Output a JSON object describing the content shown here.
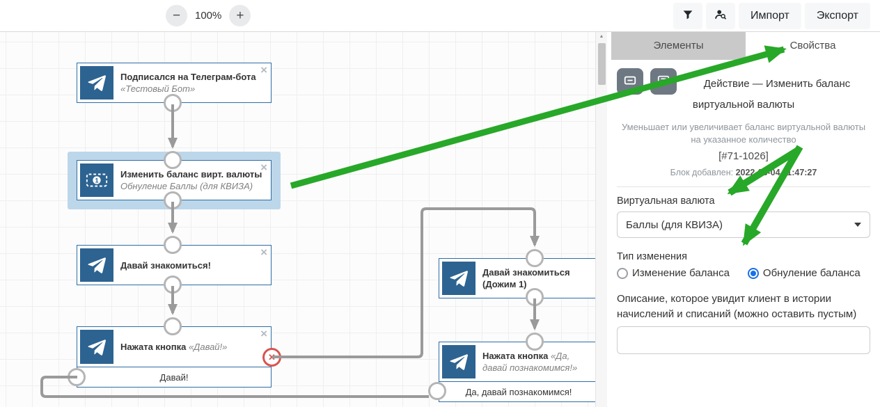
{
  "toolbar": {
    "zoom_out": "−",
    "zoom_level": "100%",
    "zoom_in": "+",
    "import_label": "Импорт",
    "export_label": "Экспорт"
  },
  "panel": {
    "tabs": {
      "elements": "Элементы",
      "properties": "Свойства"
    },
    "header": {
      "title": "Действие — Изменить баланс виртуальной валюты"
    },
    "meta": {
      "description": "Уменьшает или увеличивает баланс виртуальной валюты на указанное количество",
      "block_id": "[#71-1026]",
      "added_label": "Блок добавлен: ",
      "added_value": "2022-08-04 11:47:27"
    },
    "form": {
      "currency_label": "Виртуальная валюта",
      "currency_value": "Баллы (для КВИЗА)",
      "change_type_label": "Тип изменения",
      "radio_change": "Изменение баланса",
      "radio_reset": "Обнуление баланса",
      "description_label": "Описание, которое увидит клиент в истории начислений и списаний (можно оставить пустым)",
      "description_value": ""
    }
  },
  "nodes": [
    {
      "title": "Подписался на Телеграм-бота",
      "subtitle": "«Тестовый Бот»"
    },
    {
      "title": "Изменить баланс вирт. валюты",
      "subtitle": "Обнуление Баллы (для КВИЗА)"
    },
    {
      "title": "Давай знакомиться!"
    },
    {
      "title": "Нажата кнопка",
      "quote": "«Давай!»",
      "button": "Давай!"
    },
    {
      "title": "Давай знакомиться (Дожим 1)"
    },
    {
      "title": "Нажата кнопка",
      "quote": "«Да, давай познакомимся!»",
      "button": "Да, давай познакомимся!"
    }
  ],
  "icons": {
    "close": "×",
    "no_reply": "✕",
    "scroll_up": "▲"
  },
  "colors": {
    "node_border": "#2e6da4",
    "node_icon_bg": "#2d6391",
    "selection_halo": "#bdd7ea",
    "connector_gray": "#9a9a9a",
    "annotation_green": "#28a828",
    "radio_active": "#1a6fe8",
    "danger_red": "#d9534f"
  }
}
